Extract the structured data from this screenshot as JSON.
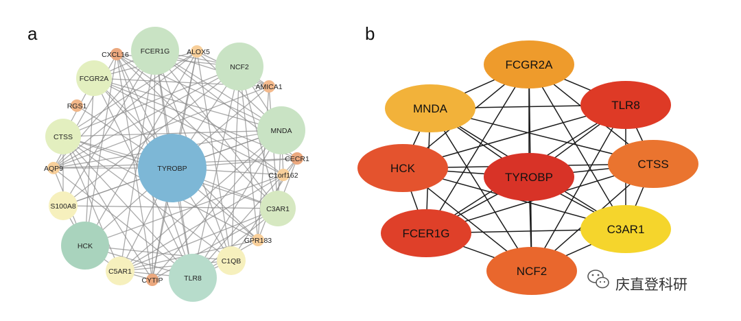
{
  "panel_a": {
    "label": "a",
    "nodes": [
      {
        "id": "TYROBP",
        "color": "#7db7d6",
        "size": 5
      },
      {
        "id": "FCER1G",
        "color": "#c9e3c4",
        "size": 4
      },
      {
        "id": "NCF2",
        "color": "#c9e3c4",
        "size": 4
      },
      {
        "id": "MNDA",
        "color": "#c9e3c4",
        "size": 4
      },
      {
        "id": "HCK",
        "color": "#a9d3bd",
        "size": 4
      },
      {
        "id": "TLR8",
        "color": "#b7dccb",
        "size": 4
      },
      {
        "id": "C3AR1",
        "color": "#d6e8c1",
        "size": 3
      },
      {
        "id": "FCGR2A",
        "color": "#e3efbf",
        "size": 3
      },
      {
        "id": "CTSS",
        "color": "#e3efbf",
        "size": 3
      },
      {
        "id": "S100A8",
        "color": "#f6f0bd",
        "size": 2
      },
      {
        "id": "C5AR1",
        "color": "#f6f0bd",
        "size": 2
      },
      {
        "id": "C1QB",
        "color": "#f6f0bd",
        "size": 2
      },
      {
        "id": "ALOX5",
        "color": "#f8cf9a",
        "size": 1
      },
      {
        "id": "AMICA1",
        "color": "#f3b98c",
        "size": 1
      },
      {
        "id": "CXCL16",
        "color": "#eba87e",
        "size": 1
      },
      {
        "id": "RGS1",
        "color": "#f1b688",
        "size": 1
      },
      {
        "id": "AQP9",
        "color": "#f8cf9a",
        "size": 1
      },
      {
        "id": "CECR1",
        "color": "#eba87e",
        "size": 1
      },
      {
        "id": "C1orf162",
        "color": "#f8cf9a",
        "size": 1
      },
      {
        "id": "GPR183",
        "color": "#f8cf9a",
        "size": 1
      },
      {
        "id": "CYTIP",
        "color": "#eba87e",
        "size": 1
      }
    ],
    "edge_color": "#8c8c8c"
  },
  "panel_b": {
    "label": "b",
    "nodes": [
      {
        "id": "FCGR2A",
        "color": "#ee9b2c"
      },
      {
        "id": "MNDA",
        "color": "#f2b23a"
      },
      {
        "id": "TLR8",
        "color": "#de3a26"
      },
      {
        "id": "HCK",
        "color": "#e4532e"
      },
      {
        "id": "TYROBP",
        "color": "#d83327"
      },
      {
        "id": "CTSS",
        "color": "#ea742f"
      },
      {
        "id": "FCER1G",
        "color": "#df4029"
      },
      {
        "id": "C3AR1",
        "color": "#f5d52c"
      },
      {
        "id": "NCF2",
        "color": "#e9672d"
      }
    ],
    "edge_color": "#1a1a1a"
  },
  "watermark": {
    "text": "庆直登科研",
    "icon": "wechat-icon"
  }
}
